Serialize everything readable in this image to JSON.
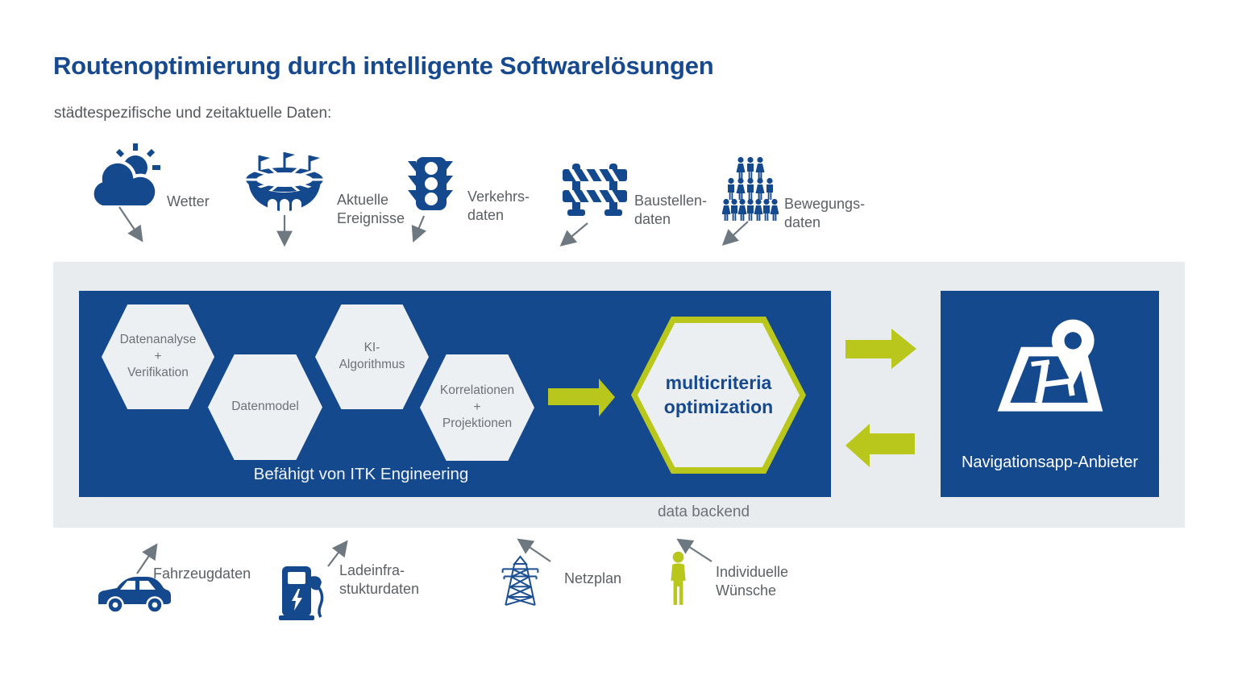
{
  "page": {
    "title": "Routenoptimierung durch intelligente Softwarelösungen",
    "subtitle": "städtespezifische und zeitaktuelle Daten:"
  },
  "colors": {
    "brand_blue": "#15498D",
    "accent_green": "#B9C71C",
    "band_gray": "#E8ECEF",
    "hexagon_fill": "#EDF0F2",
    "label_gray": "#5B6065"
  },
  "top_sources": [
    {
      "icon": "weather-icon",
      "label": "Wetter"
    },
    {
      "icon": "stadium-icon",
      "label": "Aktuelle\nEreignisse"
    },
    {
      "icon": "traffic-light-icon",
      "label": "Verkehrs-\ndaten"
    },
    {
      "icon": "roadworks-barrier-icon",
      "label": "Baustellen-\ndaten"
    },
    {
      "icon": "crowd-icon",
      "label": "Bewegungs-\ndaten"
    }
  ],
  "bottom_sources": [
    {
      "icon": "car-icon",
      "label": "Fahrzeugdaten"
    },
    {
      "icon": "ev-charger-icon",
      "label": "Ladeinfra-\nstukturdaten"
    },
    {
      "icon": "power-pylon-icon",
      "label": "Netzplan"
    },
    {
      "icon": "person-icon",
      "label": "Individuelle\nWünsche"
    }
  ],
  "pipeline": {
    "hexagons": [
      {
        "label": "Datenanalyse\n+\nVerifikation"
      },
      {
        "label": "Datenmodel"
      },
      {
        "label": "KI-\nAlgorithmus"
      },
      {
        "label": "Korrelationen\n+\nProjektionen"
      }
    ],
    "enabler_caption": "Befähigt von ITK Engineering",
    "optimization_label": "multicriteria\noptimization",
    "backend_caption": "data backend"
  },
  "provider": {
    "label": "Navigationsapp-Anbieter"
  }
}
